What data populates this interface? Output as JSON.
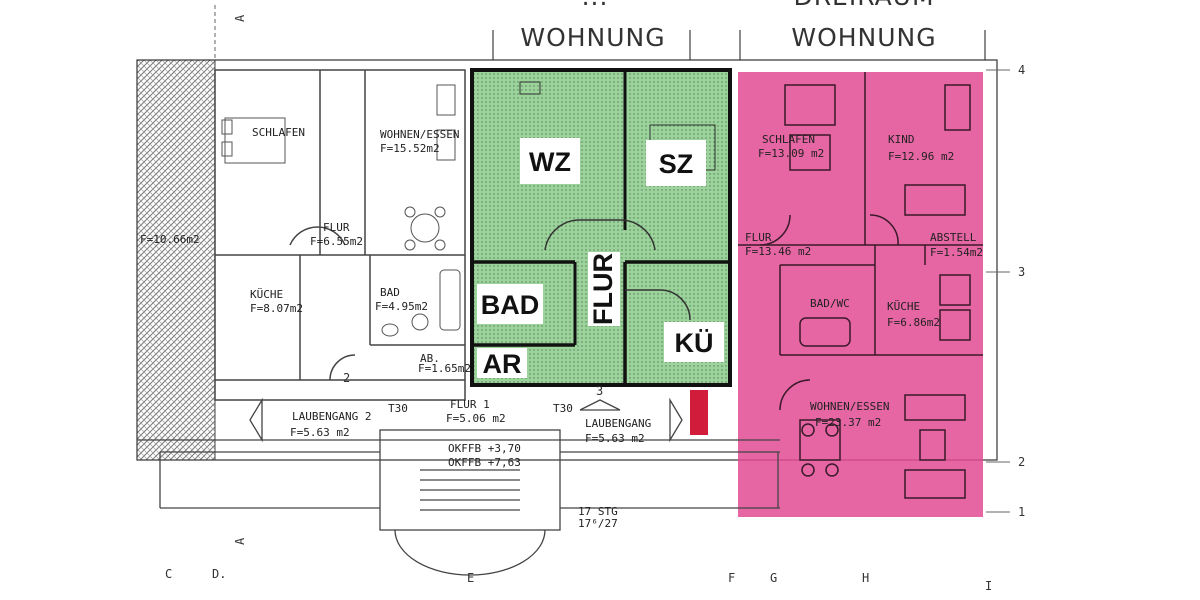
{
  "headers": {
    "left_top": "...",
    "left": "WOHNUNG",
    "right_top": "DREIRAUM",
    "right": "WOHNUNG"
  },
  "highlighted_labels": {
    "wz": "WZ",
    "sz": "SZ",
    "bad": "BAD",
    "flur": "FLUR",
    "ku": "KÜ",
    "ar": "AR"
  },
  "rooms": {
    "schlafen_left": "SCHLAFEN",
    "wohnen_essen_left": "WOHNEN/ESSEN",
    "wohnen_essen_left_area": "F=15.52m2",
    "flur_left": "FLUR",
    "flur_left_area": "F=6.55m2",
    "kuche_left": "KÜCHE",
    "kuche_left_area": "F=8.07m2",
    "bad_left": "BAD",
    "bad_left_area": "F=4.95m2",
    "ab": "AB.",
    "ab_area": "F=1.65m2",
    "flur_side_area": "F=10.66m2",
    "laubengang_2": "LAUBENGANG 2",
    "laubengang_2_area": "F=5.63 m2",
    "t30_left": "T30",
    "t30_right": "T30",
    "flur_1": "FLUR 1",
    "flur_1_area": "F=5.06 m2",
    "laubengang": "LAUBENGANG",
    "laubengang_area": "F=5.63 m2",
    "okffb_1": "OKFFB +3,70",
    "okffb_2": "OKFFB +7,63",
    "stg_1": "17 STG",
    "stg_2": "17⁶/27",
    "schlafen_right": "SCHLAFEN",
    "schlafen_right_area": "F=13.09 m2",
    "kind": "KIND",
    "kind_area": "F=12.96 m2",
    "flur_right": "FLUR",
    "flur_right_area": "F=13.46 m2",
    "abstell": "ABSTELL",
    "abstell_area": "F=1.54m2",
    "bad_wc": "BAD/WC",
    "kuche_right": "KÜCHE",
    "kuche_right_area": "F=6.86m2",
    "wohnen_essen_right": "WOHNEN/ESSEN",
    "wohnen_essen_right_area": "F=23.37 m2"
  },
  "axes": {
    "row_4": "4",
    "row_3": "3",
    "row_2": "2",
    "row_1": "1",
    "col_c": "C",
    "col_d": "D.",
    "col_e": "E",
    "col_f": "F",
    "col_g": "G",
    "col_h": "H",
    "col_i": "I",
    "section_a_top": "A",
    "section_a_bottom": "A",
    "stair_num_1": "2",
    "stair_num_2": "3"
  },
  "colors": {
    "green": "#8fcf8f",
    "pink": "#e24a93",
    "wall": "#1a1a1a",
    "hatch": "#888888"
  }
}
